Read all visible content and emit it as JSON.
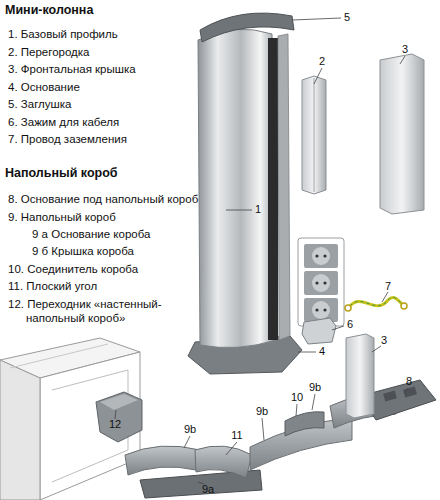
{
  "diagram": {
    "labels": [
      "Мини-колонна",
      "1. Базовый профиль",
      "2. Перегородка",
      "3. Фронтальная крышка",
      "4. Основание",
      "5. Заглушка",
      "6. Зажим для кабеля",
      "7. Провод заземления",
      "Напольный короб",
      "8. Основание под напольный короб",
      "9. Напольный короб",
      "9 а Основание короба",
      "9 б Крышка короба",
      "10. Соединитель короба",
      "11. Плоский угол",
      "12. Переходник «настенный-напольный короб»",
      "5",
      "2",
      "3",
      "1",
      "7",
      "6",
      "4",
      "3",
      "8",
      "9b",
      "10",
      "9b",
      "12",
      "9b",
      "11",
      "9a"
    ]
  }
}
